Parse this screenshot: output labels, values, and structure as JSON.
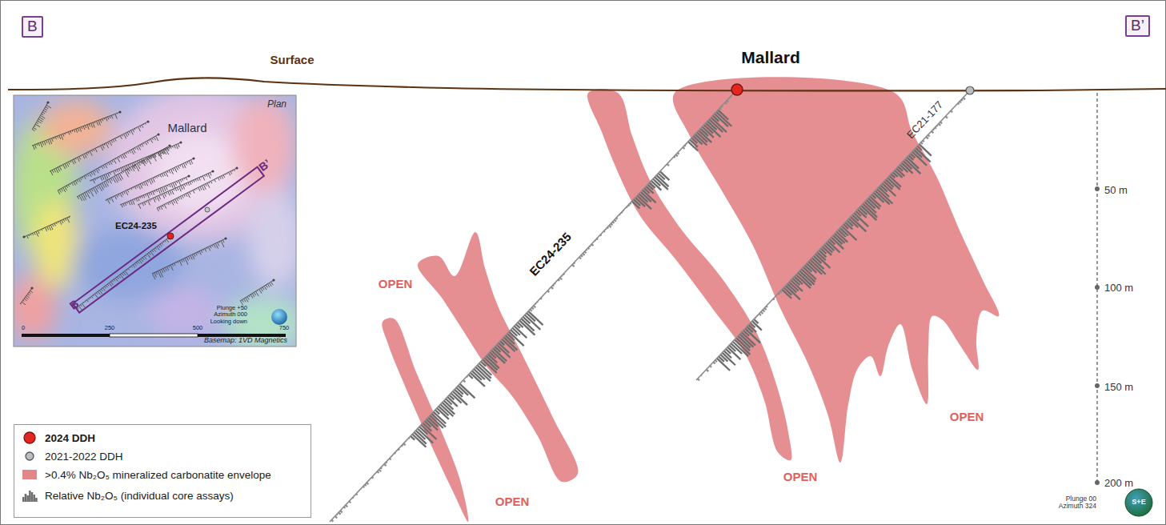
{
  "diagram": {
    "nodes": [
      {
        "text": [
          "B"
        ]
      },
      {
        "text": [
          "B’"
        ]
      }
    ],
    "labels": [
      "Surface",
      "Mallard",
      "EC24-235",
      "EC21-177",
      "OPEN",
      "OPEN",
      "OPEN",
      "OPEN",
      "50 m",
      "100 m",
      "150 m",
      "200 m",
      "Plunge 00 Azimuth 324",
      "S+E",
      "Plan",
      "Mallard",
      "EC24-235",
      "B",
      "B’",
      "0",
      "250",
      "500",
      "750",
      "Plunge +50 Azimuth 000 Looking down",
      "Basemap: 1VD Magnetics"
    ],
    "legend": [
      {
        "text": "2024 DDH",
        "color": "#e3261f"
      },
      {
        "text": "2021-2022 DDH",
        "color": "#b9bec2"
      },
      {
        "text": ">0.4% Nb₂O₅ mineralized carbonatite envelope",
        "color": "#e3868a"
      },
      {
        "text": "Relative Nb₂O₅ (individual core assays)"
      }
    ]
  }
}
